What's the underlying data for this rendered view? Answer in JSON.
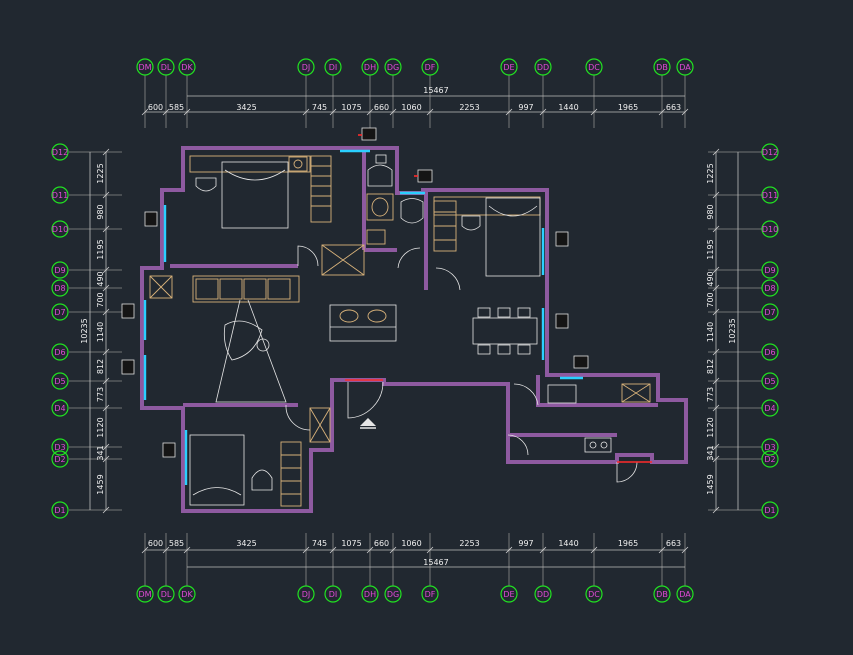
{
  "grid": {
    "top_axes": [
      "DM",
      "DL",
      "DK",
      "DJ",
      "DI",
      "DH",
      "DG",
      "DF",
      "DE",
      "DD",
      "DC",
      "DB",
      "DA"
    ],
    "left_axes": [
      "D12",
      "D11",
      "D10",
      "D9",
      "D8",
      "D7",
      "D6",
      "D5",
      "D4",
      "D3",
      "D2",
      "D1"
    ]
  },
  "dims": {
    "horizontal_total": "15467",
    "horizontal_segments": [
      "600",
      "585",
      "3425",
      "745",
      "1075",
      "660",
      "1060",
      "2253",
      "997",
      "1440",
      "1965",
      "663"
    ],
    "vertical_total": "10235",
    "vertical_segments": [
      "1225",
      "980",
      "1195",
      "490",
      "700",
      "1140",
      "812",
      "773",
      "1120",
      "341",
      "1459"
    ]
  }
}
